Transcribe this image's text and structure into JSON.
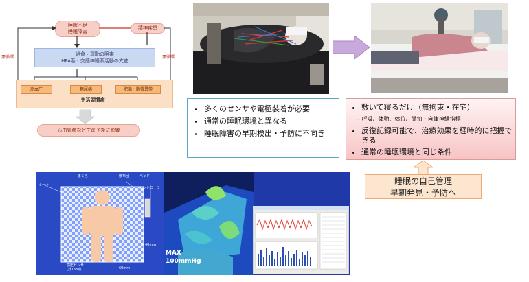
{
  "flow": {
    "top": "睡眠不足\n睡眠障害",
    "psych": "精神疾患",
    "middle_line1": "過食・運動の阻害",
    "middle_line2": "HPA系・交感神経系活動の亢進",
    "left_vicious": "悪循環",
    "right_vicious": "悪循環",
    "diseases": [
      "高血圧",
      "糖尿病",
      "肥満・脂質異常"
    ],
    "lifestyle": "生活習慣病",
    "bottom": "心血管病など生命予後に影響"
  },
  "callout_left": {
    "items": [
      "多くのセンサや電極装着が必要",
      "通常の睡眠環境と異なる",
      "睡眠障害の早期検出・予防に不向き"
    ]
  },
  "callout_right": {
    "item1": "敷いて寝るだけ（無拘束・在宅）",
    "sub1": "呼吸、体動、体位、脈拍・自律神経指標",
    "item2": "反復記録可能で、治療効果を経時的に把握できる",
    "item3": "通常の睡眠環境と同じ条件"
  },
  "self_management": {
    "line1": "睡眠の自己管理",
    "line2": "早期発見・予防へ"
  },
  "pressure": {
    "labels": {
      "pillow": "まくら",
      "sheet_top": "敷布団",
      "bed": "ベッド",
      "sheet": "シート",
      "controller": "コントローラ",
      "dim_40": "40mm",
      "dim_sensor": "感圧センサ\n(計165点)",
      "dim_60": "60mm"
    },
    "max_label": "MAX",
    "max_value": "100mmHg"
  },
  "colors": {
    "flow_pink": "#f7cfc6",
    "flow_blue": "#c9d9f1",
    "flow_orange": "#fbe0c6",
    "arrow_lilac": "#c8a9dc",
    "callout_blue_border": "#5aa6cf",
    "callout_pink": "#f8c4c4",
    "self_orange": "#fde6cf",
    "pressure_bg": "#1f3aa8"
  }
}
